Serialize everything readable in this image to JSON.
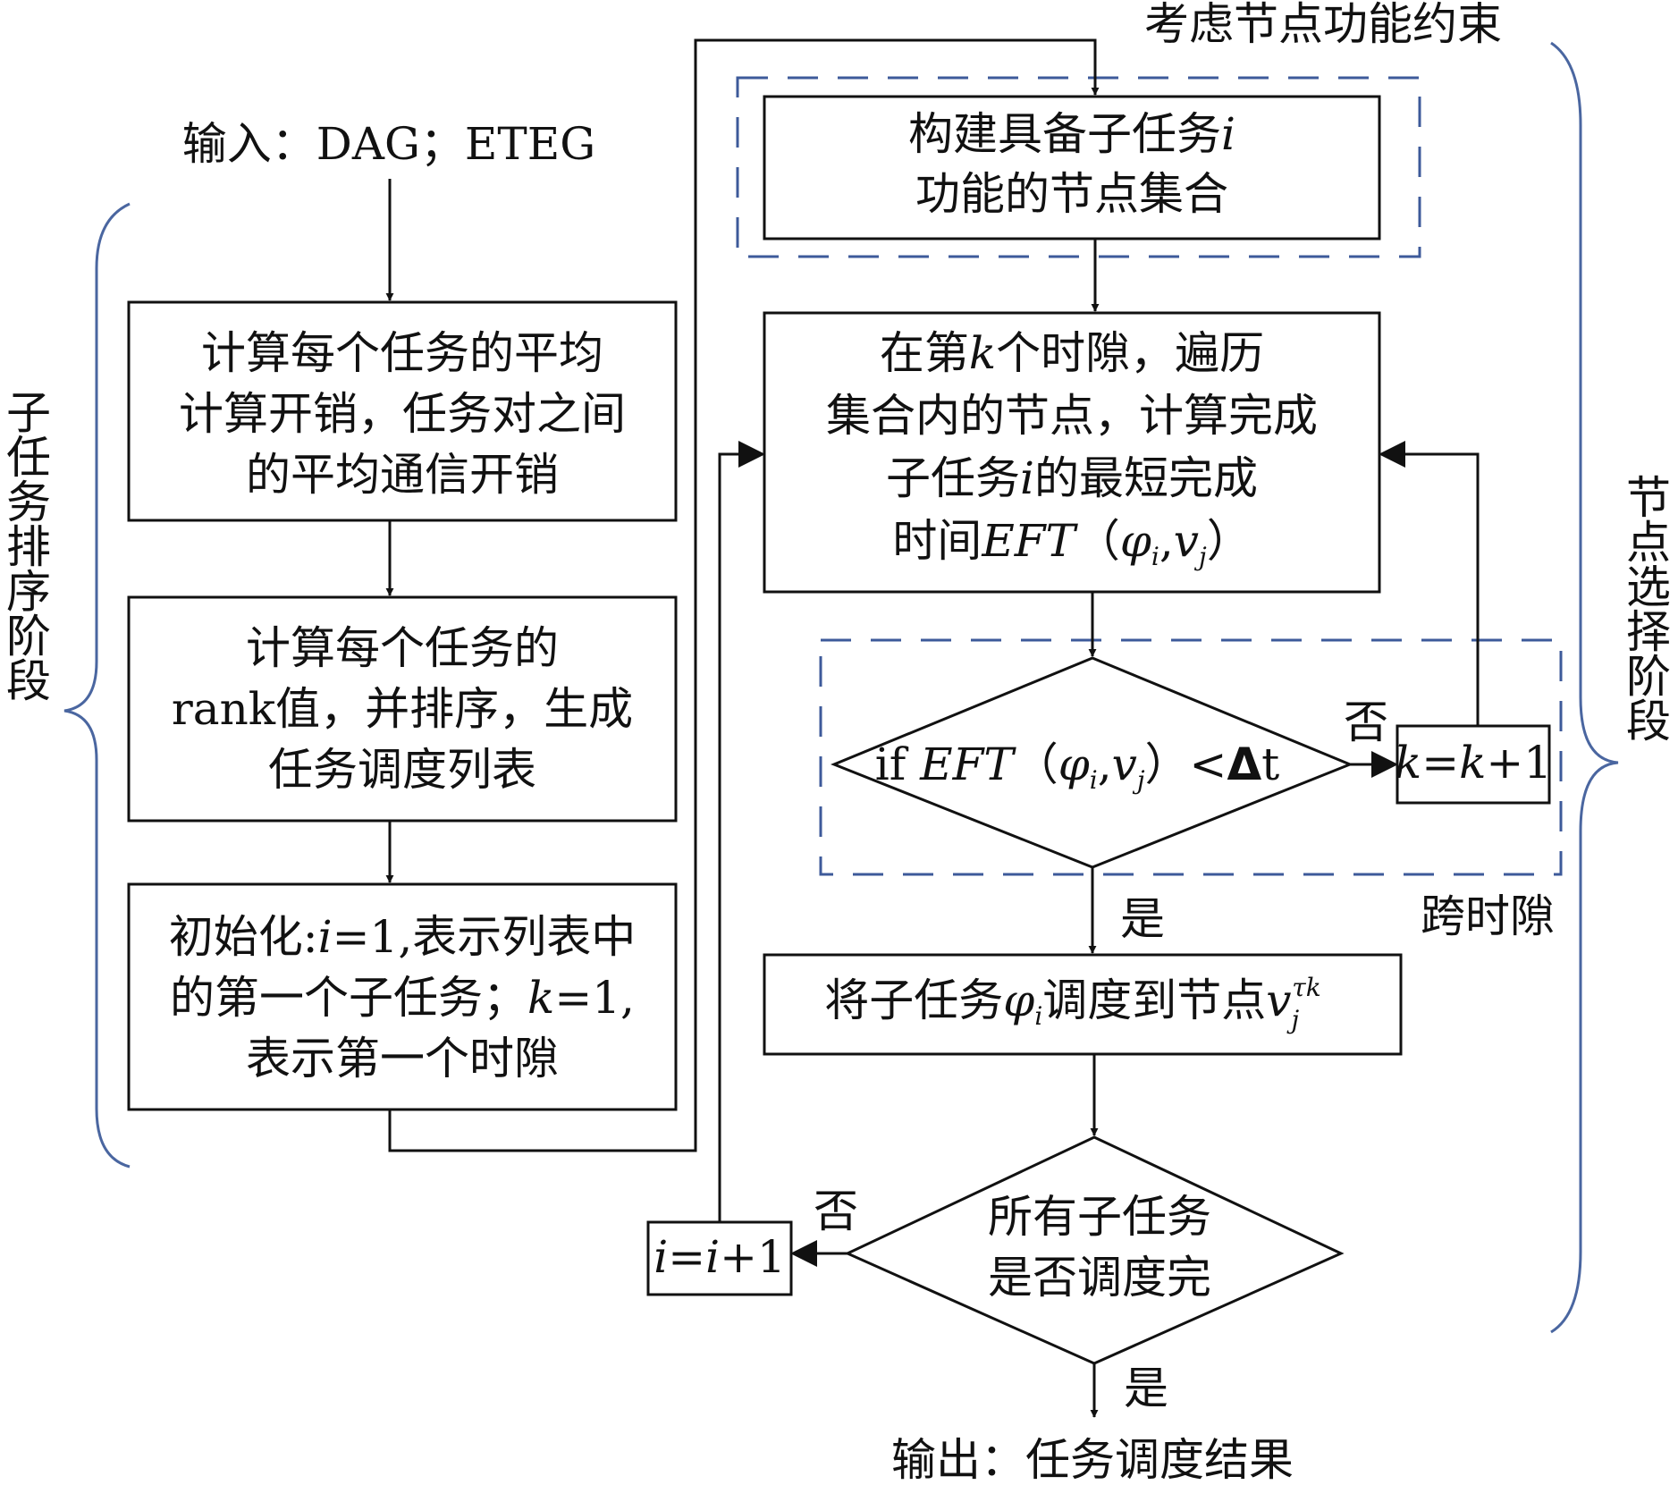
{
  "colors": {
    "ink": "#111111",
    "bracket_blue": "#4a66a0",
    "dashed_blue": "#3d5a9a",
    "background": "#ffffff"
  },
  "input_label": "输入：DAG；ETEG",
  "output_label": "输出：任务调度结果",
  "left_phase": {
    "label": "子任务排序阶段"
  },
  "right_phase": {
    "label": "节点选择阶段"
  },
  "constraint_label": "考虑节点功能约束",
  "cross_slot_label": "跨时隙",
  "boxes": {
    "avg_cost": {
      "lines": [
        "计算每个任务的平均",
        "计算开销，任务对之间",
        "的平均通信开销"
      ]
    },
    "rank": {
      "lines": [
        "计算每个任务的",
        "rank值，并排序，生成",
        "任务调度列表"
      ]
    },
    "init": {
      "line1_a": "初始化:",
      "line1_var": "i",
      "line1_b": "=1,表示列表中",
      "line2_a": "的第一个子任务；",
      "line2_var": "k",
      "line2_b": "=1,",
      "line3": "表示第一个时隙"
    },
    "node_set": {
      "line1_a": "构建具备子任务",
      "line1_var": "i",
      "line2": "功能的节点集合"
    },
    "traverse": {
      "line1_a": "在第",
      "line1_var": "k",
      "line1_b": "个时隙，遍历",
      "line2": "集合内的节点，计算完成",
      "line3_a": "子任务",
      "line3_var": "i",
      "line3_b": "的最短完成",
      "line4_a": "时间",
      "line4_var": "EFT",
      "line4_b": "（",
      "phi": "φ",
      "sub_i": "i",
      "comma": ",",
      "v": "v",
      "sub_j": "j",
      "close": "）"
    },
    "schedule": {
      "text_a": "将子任务",
      "phi": "φ",
      "sub_i": "i",
      "text_b": "调度到节点",
      "v": "v",
      "sub_j": "j",
      "sup": "τk"
    },
    "k_increment": {
      "k1": "k",
      "eq": "=",
      "k2": "k",
      "plus": "+1"
    },
    "i_increment": {
      "i1": "i",
      "eq": "=",
      "i2": "i",
      "plus": "+1"
    }
  },
  "diamonds": {
    "eft_check": {
      "if": "if ",
      "var": "EFT",
      "open": "（",
      "phi": "φ",
      "sub_i": "i",
      "comma": ",",
      "v": "v",
      "sub_j": "j",
      "close": "）<",
      "delta": "Δ",
      "t": "t"
    },
    "all_done": {
      "lines": [
        "所有子任务",
        "是否调度完"
      ]
    }
  },
  "edge_labels": {
    "no": "否",
    "yes": "是"
  }
}
